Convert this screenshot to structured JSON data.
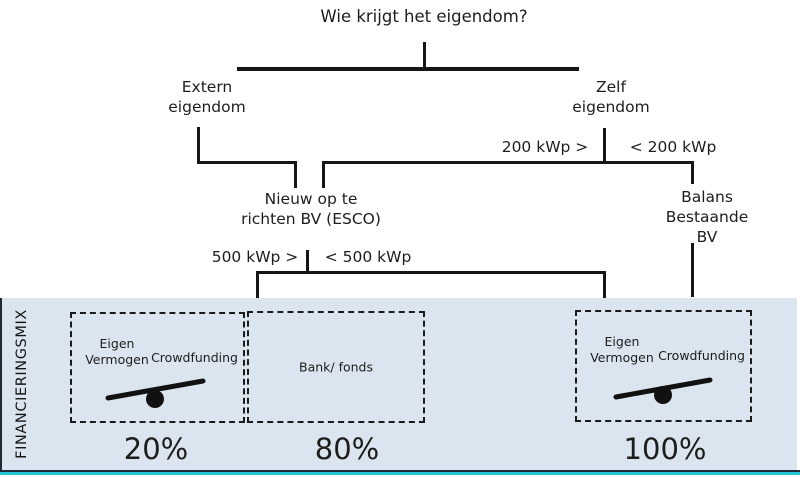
{
  "diagram": {
    "title": "Wie krijgt het eigendom?",
    "nodes": {
      "extern": "Extern\neigendom",
      "zelf": "Zelf\neigendom",
      "esco": "Nieuw op te\nrichten BV (ESCO)",
      "balans": "Balans\nBestaande BV"
    },
    "branch_labels": {
      "kwp200_left": "200 kWp >",
      "kwp200_right": "< 200 kWp",
      "kwp500_left": "500 kWp >",
      "kwp500_right": "< 500 kWp"
    }
  },
  "financing": {
    "section_label": "FINANCIERINGSMIX",
    "boxes": [
      {
        "type": "seesaw",
        "left_label": "Eigen\nVermogen",
        "right_label": "Crowdfunding",
        "percent": "20%"
      },
      {
        "type": "text",
        "label": "Bank/ fonds",
        "percent": "80%"
      },
      {
        "type": "seesaw",
        "left_label": "Eigen\nVermogen",
        "right_label": "Crowdfunding",
        "percent": "100%"
      }
    ]
  },
  "colors": {
    "band_background": "#dbe5f0",
    "line": "#161616",
    "accent_teal": "#27c3d6",
    "border_dark": "#1e2a36"
  }
}
